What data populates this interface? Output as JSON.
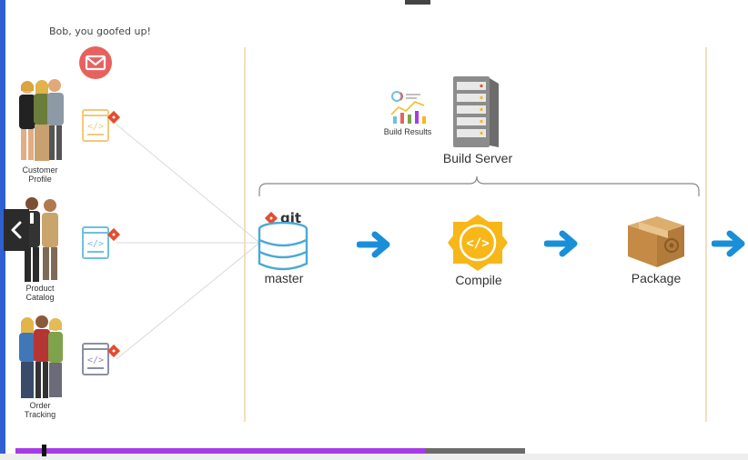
{
  "notification": {
    "message": "Bob, you goofed up!",
    "icon": "mail-icon",
    "color": "#e7625f"
  },
  "teams": [
    {
      "label_line1": "Customer",
      "label_line2": "Profile",
      "file_color": "#f2c97d"
    },
    {
      "label_line1": "Product",
      "label_line2": "Catalog",
      "file_color": "#6fc1df"
    },
    {
      "label_line1": "Order",
      "label_line2": "Tracking",
      "file_color": "#8a8fa8"
    }
  ],
  "git_badge_color": "#e44c30",
  "build_server": {
    "label": "Build Server",
    "results_label": "Build Results"
  },
  "pipeline": {
    "repo": {
      "brand": "git",
      "label": "master",
      "color": "#4aa9d6"
    },
    "compile": {
      "label": "Compile",
      "color": "#f7b718"
    },
    "package": {
      "label": "Package",
      "color": "#c8904a"
    },
    "arrow_color": "#1a8fd8"
  },
  "playback": {
    "progress": 0.804,
    "fill_color": "#a63be6"
  },
  "nav": {
    "back_icon": "chevron-left-icon"
  }
}
